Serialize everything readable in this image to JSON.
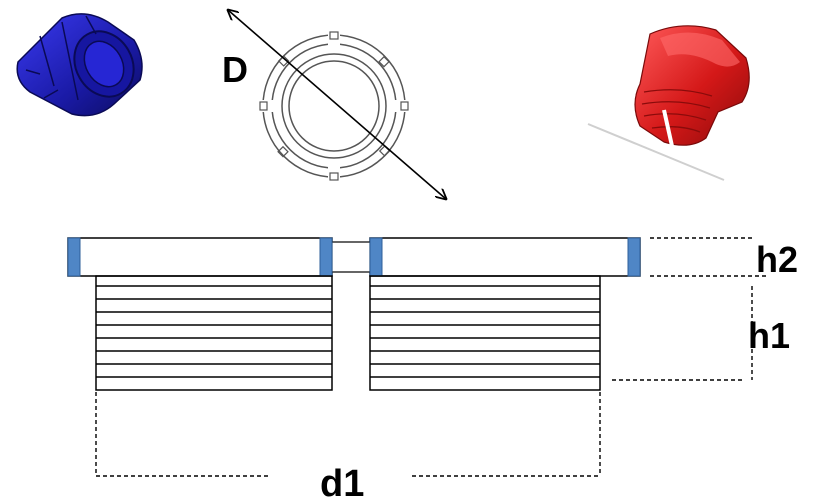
{
  "labels": {
    "diameter": "D",
    "flange_height": "h2",
    "thread_height": "h1",
    "thread_diameter": "d1"
  },
  "colors": {
    "blue_plug": "#1a1aa6",
    "red_plug": "#d41818",
    "flange_edge": "#4f86c6",
    "line": "#000000"
  },
  "icons": {
    "left": "blue-plug-3d-icon",
    "center": "plug-top-view-icon",
    "right": "red-plug-3d-icon"
  }
}
